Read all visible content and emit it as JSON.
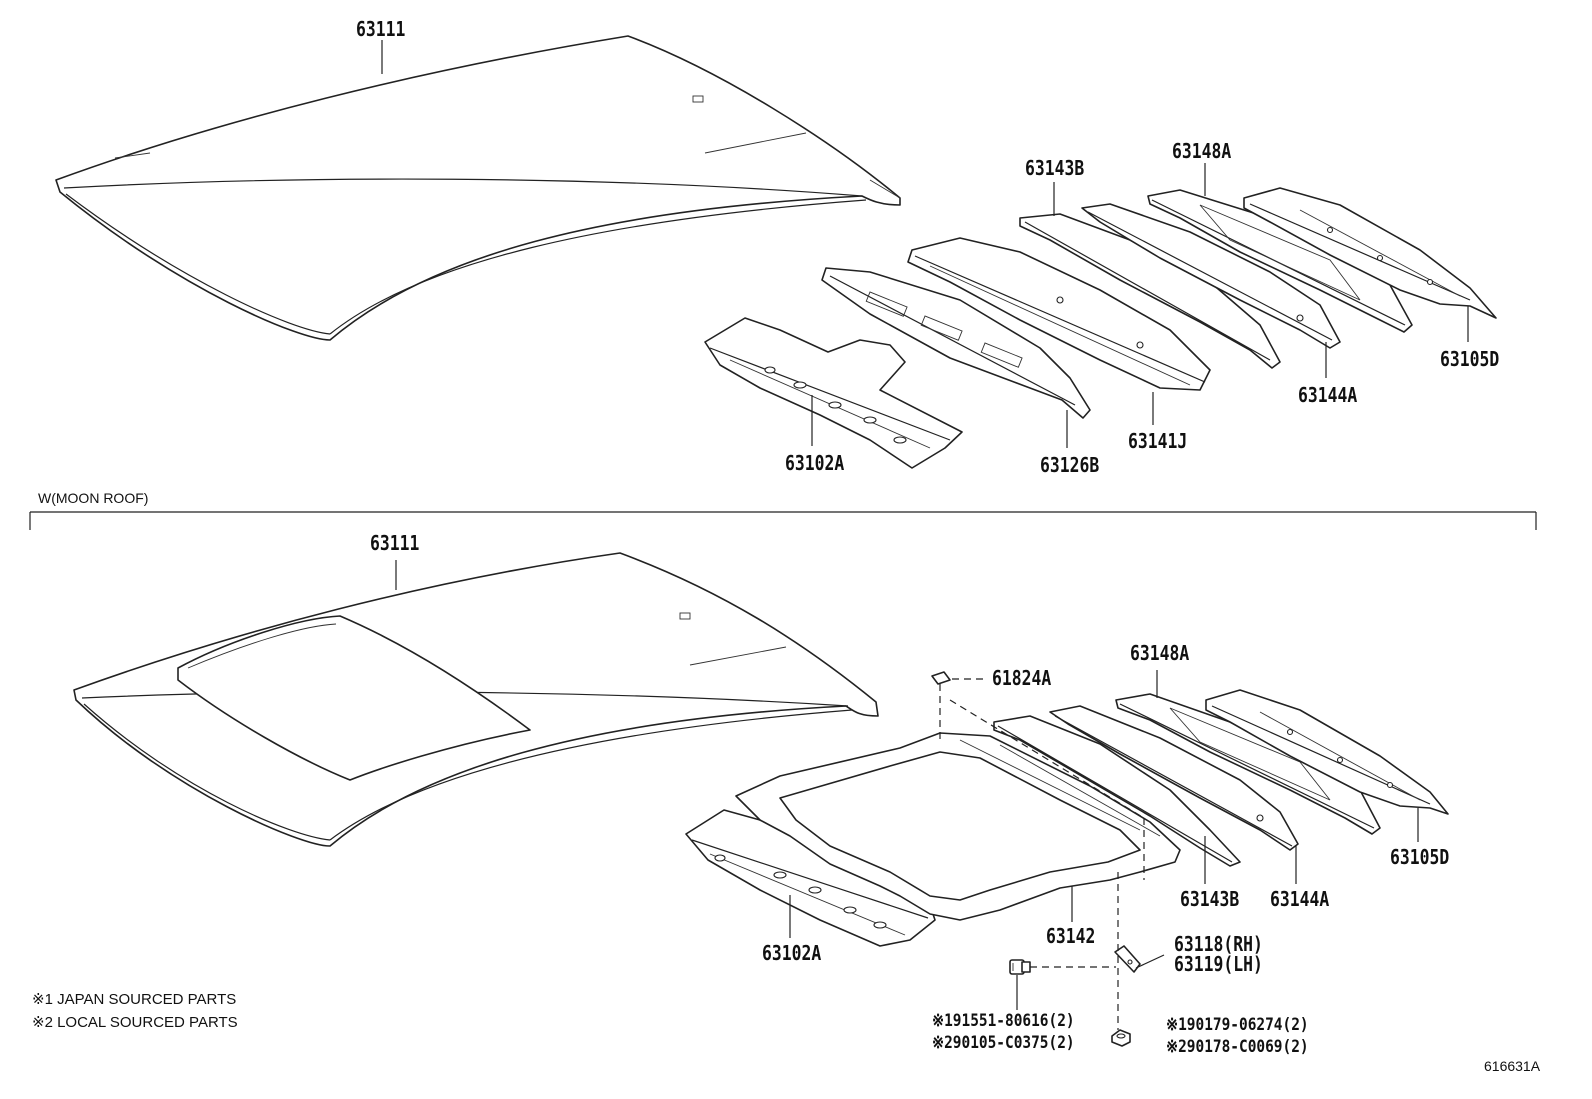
{
  "top_section": {
    "labels": {
      "roof_panel": "63111",
      "front_header": "63102A",
      "bow_1": "63126B",
      "bow_2": "63141J",
      "bow_3": "63143B",
      "bow_4": "63144A",
      "bow_5": "63148A",
      "rear_header": "63105D"
    }
  },
  "moonroof_section": {
    "title": "W(MOON ROOF)",
    "labels": {
      "roof_panel": "63111",
      "front_header": "63102A",
      "reinforcement": "63142",
      "pad": "61824A",
      "bow_3": "63143B",
      "bow_4": "63144A",
      "bow_5": "63148A",
      "rear_header": "63105D",
      "bracket_rh": "63118(RH)",
      "bracket_lh": "63119(LH)"
    },
    "fasteners": {
      "bolt_a": "※191551-80616(2)",
      "bolt_b": "※290105-C0375(2)",
      "nut_a": "※190179-06274(2)",
      "nut_b": "※290178-C0069(2)"
    }
  },
  "legend": {
    "note_1": "※1 JAPAN SOURCED PARTS",
    "note_2": "※2 LOCAL SOURCED PARTS"
  },
  "diagram_id": "616631A"
}
